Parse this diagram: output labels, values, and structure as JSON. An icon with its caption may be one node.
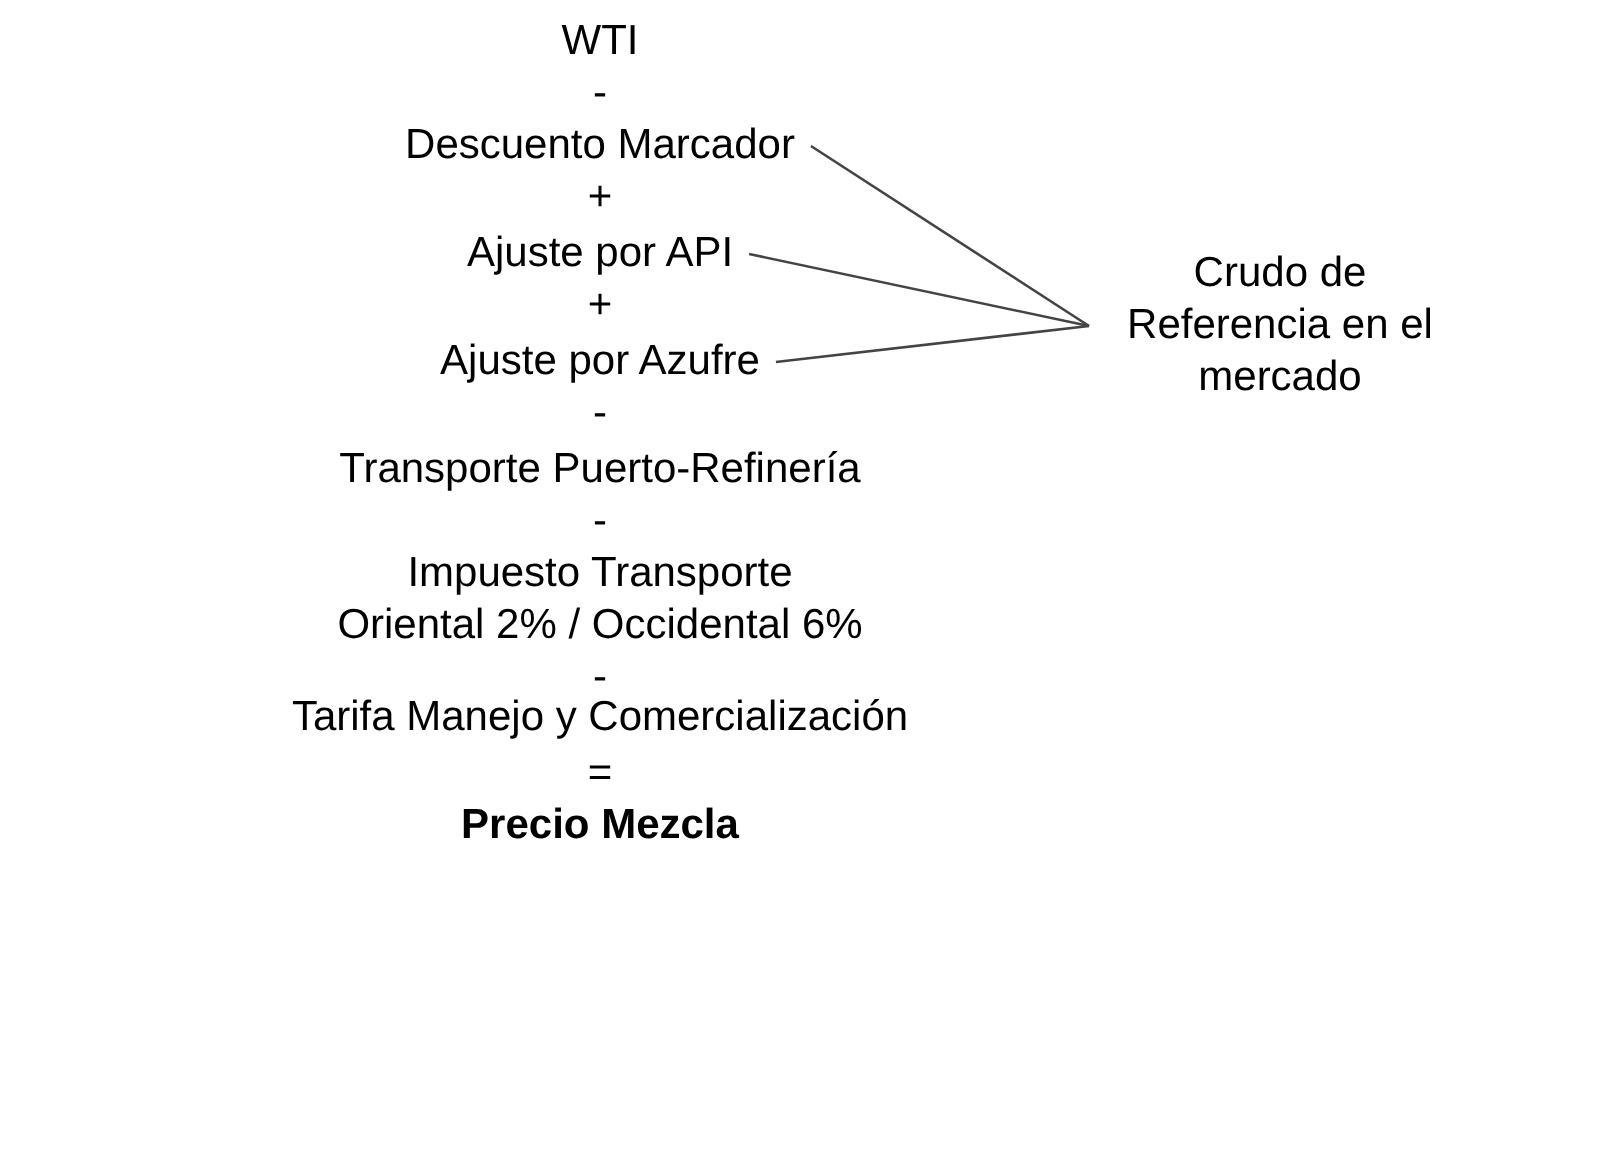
{
  "diagram": {
    "nodes": [
      {
        "text": [
          "Descuento Marcador"
        ]
      },
      {
        "text": [
          "Ajuste por API"
        ]
      },
      {
        "text": [
          "Ajuste por Azufre"
        ]
      },
      {
        "text": [
          "Crudo de Referencia en el mercado"
        ]
      }
    ],
    "edges": [
      {
        "from": 0,
        "to": 3,
        "arrow": "none"
      },
      {
        "from": 1,
        "to": 3,
        "arrow": "none"
      },
      {
        "from": 2,
        "to": 3,
        "arrow": "none"
      }
    ],
    "labels": [
      "WTI",
      "-",
      "+",
      "+",
      "-",
      "Transporte Puerto-Refinería",
      "-",
      "Impuesto Transporte Oriental 2% / Occidental 6%",
      "-",
      "Tarifa Manejo y Comercialización",
      "=",
      "Precio Mezcla"
    ]
  }
}
